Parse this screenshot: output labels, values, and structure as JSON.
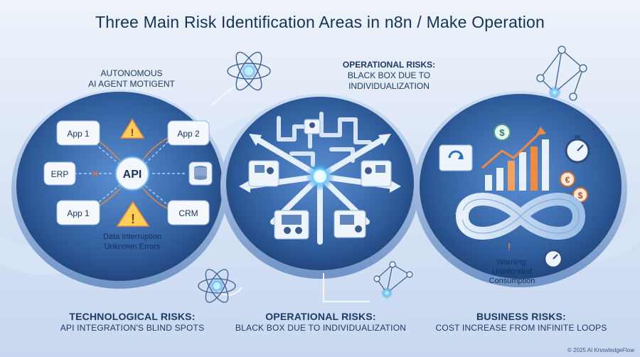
{
  "title": "Three Main Risk Identification Areas in n8n / Make Operation",
  "top_labels": {
    "autonomous_line1": "AUTONOMOUS",
    "autonomous_line2": "AI AGENT MOTIGENT",
    "ops_head": "OPERATIONAL RISKS:",
    "ops_line1": "BLACK BOX DUE TO",
    "ops_line2": "INDIVIDUALIZATION"
  },
  "tech_circle": {
    "center": "API",
    "nodes": [
      "App 1",
      "App 2",
      "ERP",
      "App 1",
      "CRM"
    ],
    "warning_line1": "Data Interruption",
    "warning_line2": "Unknown Errors"
  },
  "business_circle": {
    "warning_line1": "Warning:",
    "warning_line2": "Unintended",
    "warning_line3": "Consumption",
    "coin1": "$",
    "coin2": "€",
    "coin3": "$"
  },
  "captions": [
    {
      "head": "TECHNOLOGICAL RISKS:",
      "sub": "API INTEGRATION'S BLIND SPOTS"
    },
    {
      "head": "OPERATIONAL RISKS:",
      "sub": "BLACK BOX DUE TO INDIVIDUALIZATION"
    },
    {
      "head": "BUSINESS RISKS:",
      "sub": "COST INCREASE FROM INFINITE LOOPS"
    }
  ],
  "copyright": "© 2025 AI KnowledgeFlow",
  "icons": [
    "atom-icon",
    "network-icon",
    "warning-icon",
    "database-icon",
    "refresh-icon",
    "bar-chart-icon",
    "stopwatch-icon",
    "coin-icon",
    "infinity-loop-icon",
    "maze-icon",
    "office-desk-icon"
  ],
  "colors": {
    "primary": "#1c3a66",
    "accent_orange": "#f08a3c",
    "glow_blue": "#6fd0ff",
    "circle_fill": "#2f5d9c"
  }
}
